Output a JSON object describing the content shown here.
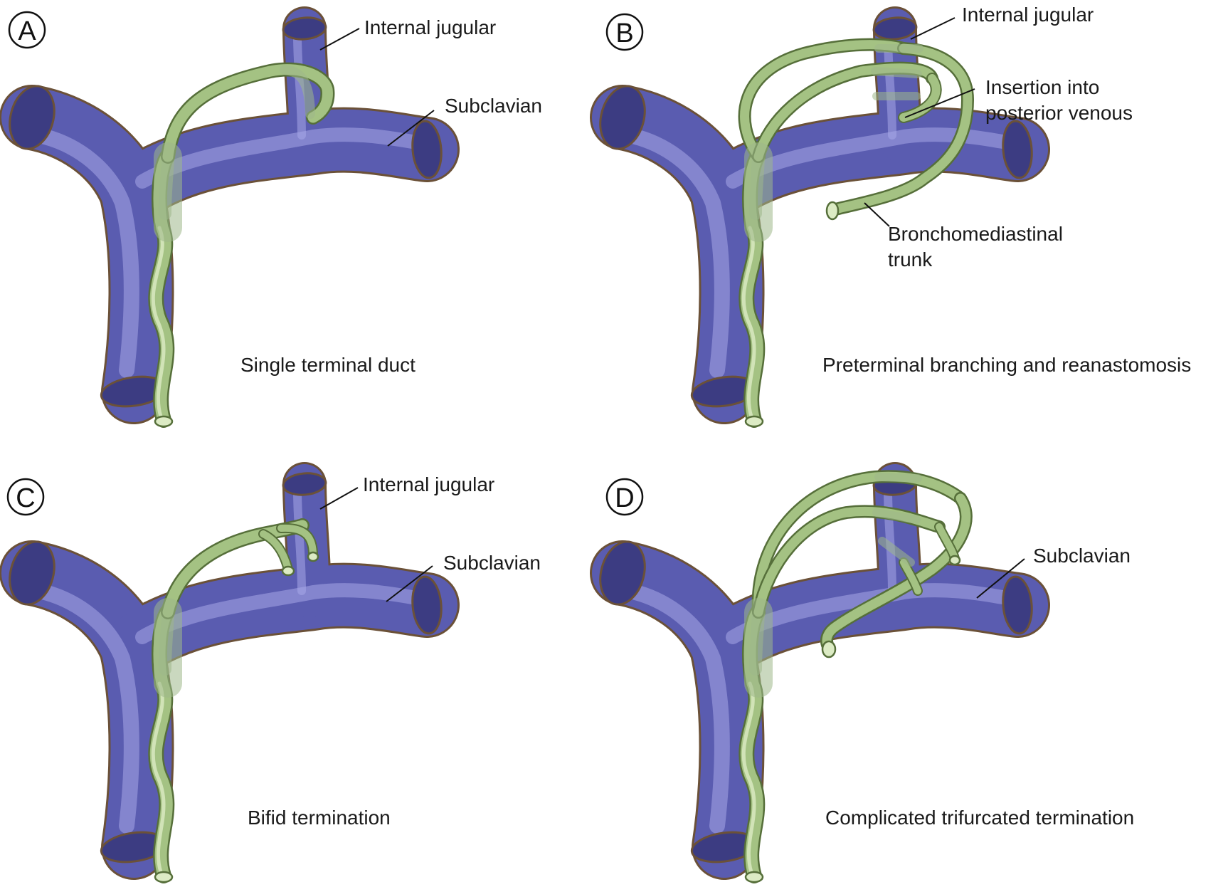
{
  "colors": {
    "vein": "#5a5cb0",
    "vein_outline": "#6b5138",
    "vein_lumen": "#3c3c82",
    "duct": "#a4c283",
    "duct_outline": "#566f3a"
  },
  "panels": [
    {
      "badge": "A",
      "caption": "Single terminal duct",
      "labels": {
        "internal_jugular": "Internal jugular",
        "subclavian": "Subclavian"
      }
    },
    {
      "badge": "B",
      "caption": "Preterminal branching and reanastomosis",
      "labels": {
        "internal_jugular": "Internal jugular",
        "insertion_line1": "Insertion into",
        "insertion_line2": "posterior venous",
        "broncho_line1": "Bronchomediastinal",
        "broncho_line2": "trunk"
      }
    },
    {
      "badge": "C",
      "caption": "Bifid termination",
      "labels": {
        "internal_jugular": "Internal jugular",
        "subclavian": "Subclavian"
      }
    },
    {
      "badge": "D",
      "caption": "Complicated trifurcated termination",
      "labels": {
        "subclavian": "Subclavian"
      }
    }
  ]
}
